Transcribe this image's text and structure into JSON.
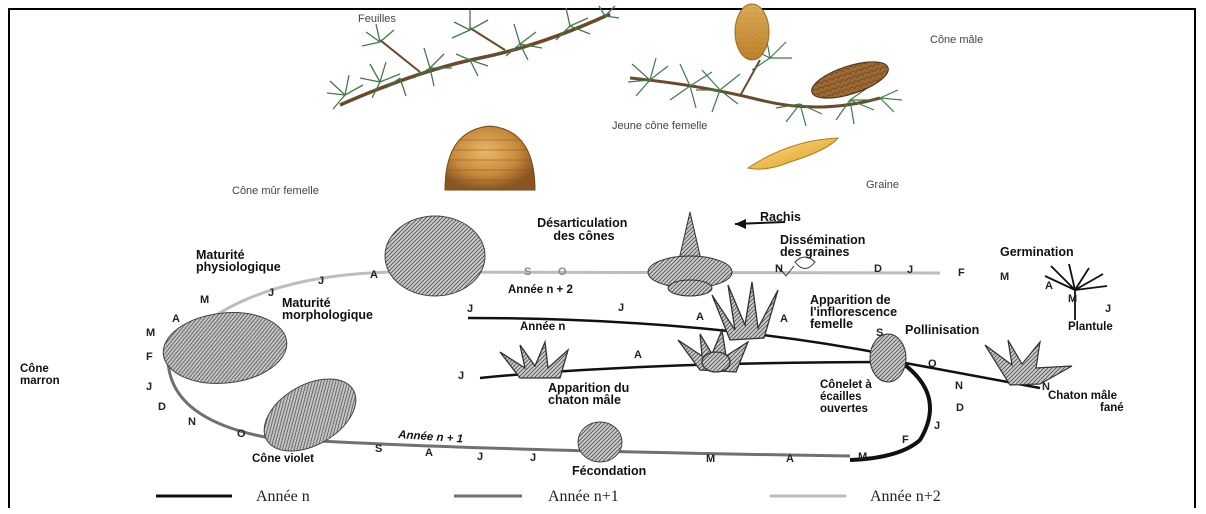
{
  "top_labels": {
    "feuilles": "Feuilles",
    "cone_male": "Cône mâle",
    "jeune_cone": "Jeune cône femelle",
    "cone_mur": "Cône mûr femelle",
    "graine": "Graine"
  },
  "cycle_labels": {
    "desarticulation": [
      "Désarticulation",
      "des cônes"
    ],
    "rachis": "Rachis",
    "dissemination": [
      "Dissémination",
      "des graines"
    ],
    "germination": "Germination",
    "maturite_phys": [
      "Maturité",
      "physiologique"
    ],
    "maturite_morph": [
      "Maturité",
      "morphologique"
    ],
    "annee_n2": "Année n + 2",
    "annee_n": "Année n",
    "annee_n1": "Année n + 1",
    "apparition_inflo": [
      "Apparition de",
      "l'inflorescence",
      "femelle"
    ],
    "pollinisation": "Pollinisation",
    "plantule": "Plantule",
    "cone_marron": [
      "Cône",
      "marron"
    ],
    "apparition_chaton": [
      "Apparition du",
      "chaton mâle"
    ],
    "conelet": [
      "Cônelet à",
      "écailles",
      "ouvertes"
    ],
    "chaton_fane": [
      "Chaton mâle",
      "fané"
    ],
    "cone_violet": "Cône violet",
    "fecondation": "Fécondation"
  },
  "legend": {
    "n": "Année n",
    "n1": "Année n+1",
    "n2": "Année n+2"
  },
  "colors": {
    "year_n": "#111111",
    "year_n1": "#707070",
    "year_n2": "#bdbdbd"
  }
}
